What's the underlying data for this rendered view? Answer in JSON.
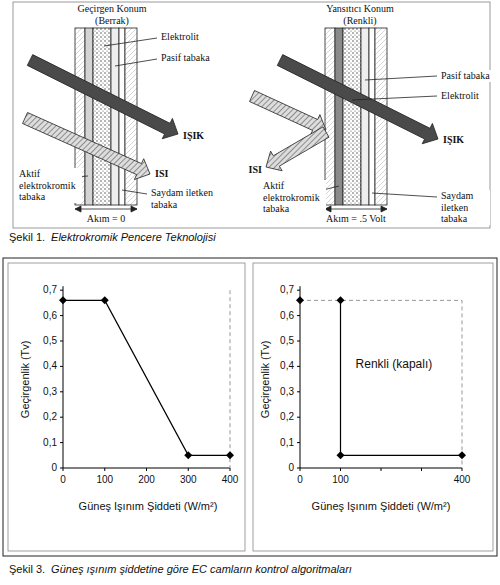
{
  "diagram": {
    "labels": [
      "Geçirgen Konum (Berrak)",
      "Yansıtıcı Konum (Renkli)",
      "Elektrolit",
      "Pasif tabaka",
      "Pasif tabaka",
      "Elektrolit",
      "IŞIK",
      "ISI",
      "ISI",
      "IŞIK",
      "Aktif elektrokromik tabaka",
      "Saydam iletken tabaka",
      "Aktif elektrokromik tabaka",
      "Saydam iletken tabaka",
      "Akım = 0",
      "Akım = .5 Volt",
      "Şekil 1.",
      "Elektrokromik Pencere Teknolojisi",
      "0,7",
      "0,6",
      "0,5",
      "0,4",
      "0,3",
      "0,2",
      "0,1",
      "0",
      "Geçirgenlik (Tv)",
      "0",
      "100",
      "200",
      "300",
      "400",
      "Güneş Işınım Şiddeti (W/m²)",
      "0,7",
      "0,6",
      "0,5",
      "0,4",
      "0,3",
      "0,2",
      "0,1",
      "0",
      "Geçirgenlik (Tv)",
      "Renkli (kapalı)",
      "0",
      "100",
      "400",
      "Güneş Işınım Şiddeti (W/m²)",
      "Şekil 3.",
      "Güneş ışınım şiddetine göre EC camların kontrol algoritmaları"
    ]
  }
}
